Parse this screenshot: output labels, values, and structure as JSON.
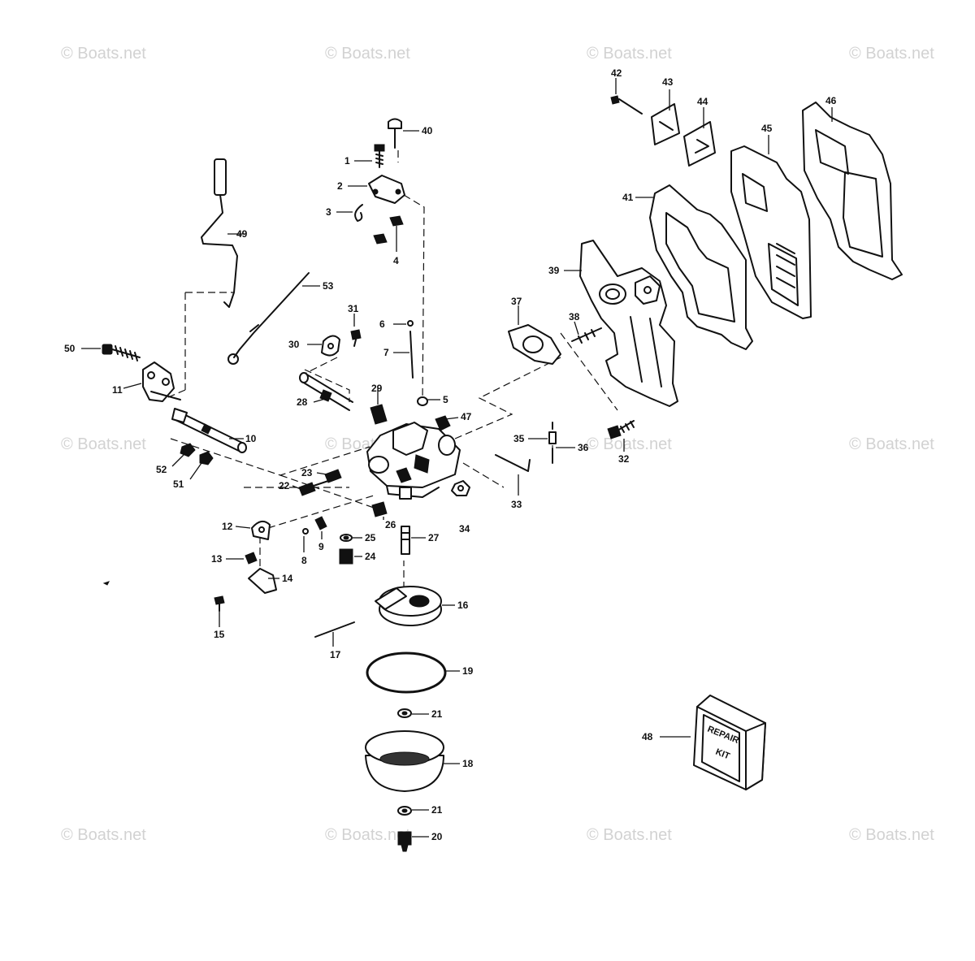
{
  "watermark": "© Boats.net",
  "callouts": [
    "1",
    "2",
    "3",
    "4",
    "5",
    "6",
    "7",
    "8",
    "9",
    "10",
    "11",
    "12",
    "13",
    "14",
    "15",
    "16",
    "17",
    "18",
    "19",
    "20",
    "21",
    "22",
    "23",
    "24",
    "25",
    "26",
    "27",
    "28",
    "29",
    "30",
    "31",
    "32",
    "33",
    "34",
    "35",
    "36",
    "37",
    "38",
    "39",
    "40",
    "41",
    "42",
    "43",
    "44",
    "45",
    "46",
    "47",
    "48",
    "49",
    "50",
    "51",
    "52",
    "53"
  ],
  "repair_kit": {
    "line1": "REPAIR",
    "line2": "KIT"
  }
}
